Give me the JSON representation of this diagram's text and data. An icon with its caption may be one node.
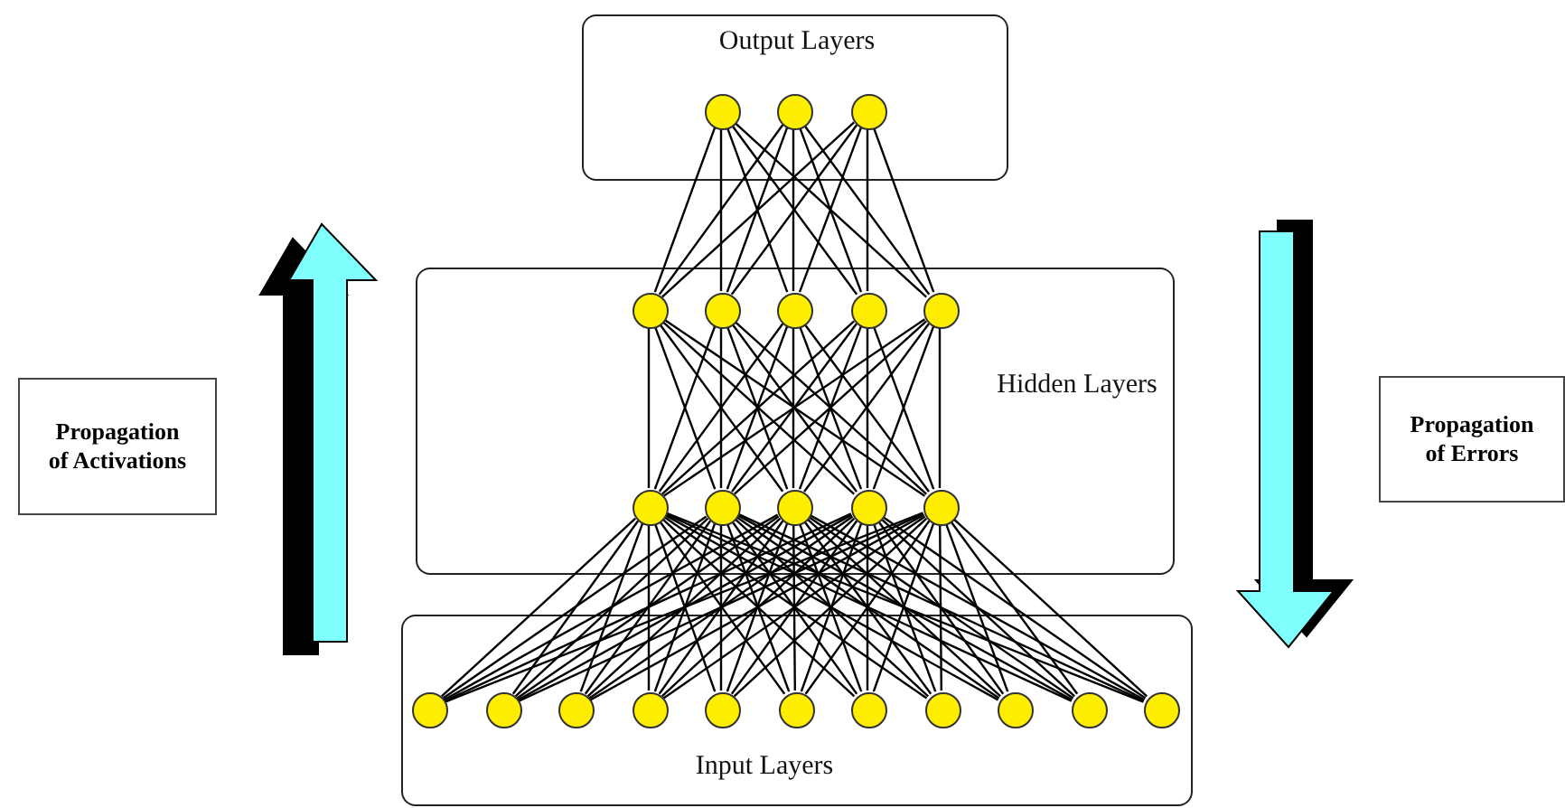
{
  "diagram": {
    "nodes": [
      {
        "text": [
          "Output Layers"
        ]
      },
      {
        "text": [],
        "shape": "circle",
        "in": 0
      },
      {
        "text": [],
        "shape": "circle",
        "in": 0
      },
      {
        "text": [],
        "shape": "circle",
        "in": 0
      },
      {
        "text": [
          "Hidden Layers"
        ]
      },
      {
        "text": [],
        "shape": "circle",
        "in": 4
      },
      {
        "text": [],
        "shape": "circle",
        "in": 4
      },
      {
        "text": [],
        "shape": "circle",
        "in": 4
      },
      {
        "text": [],
        "shape": "circle",
        "in": 4
      },
      {
        "text": [],
        "shape": "circle",
        "in": 4
      },
      {
        "text": [],
        "shape": "circle",
        "in": 4
      },
      {
        "text": [],
        "shape": "circle",
        "in": 4
      },
      {
        "text": [],
        "shape": "circle",
        "in": 4
      },
      {
        "text": [],
        "shape": "circle",
        "in": 4
      },
      {
        "text": [],
        "shape": "circle",
        "in": 4
      },
      {
        "text": [
          "Input Layers"
        ]
      },
      {
        "text": [],
        "shape": "circle",
        "in": 15
      },
      {
        "text": [],
        "shape": "circle",
        "in": 15
      },
      {
        "text": [],
        "shape": "circle",
        "in": 15
      },
      {
        "text": [],
        "shape": "circle",
        "in": 15
      },
      {
        "text": [],
        "shape": "circle",
        "in": 15
      },
      {
        "text": [],
        "shape": "circle",
        "in": 15
      },
      {
        "text": [],
        "shape": "circle",
        "in": 15
      },
      {
        "text": [],
        "shape": "circle",
        "in": 15
      },
      {
        "text": [],
        "shape": "circle",
        "in": 15
      },
      {
        "text": [],
        "shape": "circle",
        "in": 15
      },
      {
        "text": [],
        "shape": "circle",
        "in": 15
      },
      {
        "text": [
          "Propagation of Activations"
        ]
      },
      {
        "text": [
          "Propagation of Errors"
        ]
      }
    ],
    "edges": [
      {
        "from": 1,
        "to": 5,
        "arrow": "none"
      },
      {
        "from": 1,
        "to": 6,
        "arrow": "none"
      },
      {
        "from": 1,
        "to": 7,
        "arrow": "none"
      },
      {
        "from": 1,
        "to": 8,
        "arrow": "none"
      },
      {
        "from": 1,
        "to": 9,
        "arrow": "none"
      },
      {
        "from": 2,
        "to": 5,
        "arrow": "none"
      },
      {
        "from": 2,
        "to": 6,
        "arrow": "none"
      },
      {
        "from": 2,
        "to": 7,
        "arrow": "none"
      },
      {
        "from": 2,
        "to": 8,
        "arrow": "none"
      },
      {
        "from": 2,
        "to": 9,
        "arrow": "none"
      },
      {
        "from": 3,
        "to": 5,
        "arrow": "none"
      },
      {
        "from": 3,
        "to": 6,
        "arrow": "none"
      },
      {
        "from": 3,
        "to": 7,
        "arrow": "none"
      },
      {
        "from": 3,
        "to": 8,
        "arrow": "none"
      },
      {
        "from": 3,
        "to": 9,
        "arrow": "none"
      },
      {
        "from": 5,
        "to": 10,
        "arrow": "none"
      },
      {
        "from": 5,
        "to": 11,
        "arrow": "none"
      },
      {
        "from": 5,
        "to": 12,
        "arrow": "none"
      },
      {
        "from": 5,
        "to": 13,
        "arrow": "none"
      },
      {
        "from": 5,
        "to": 14,
        "arrow": "none"
      },
      {
        "from": 6,
        "to": 10,
        "arrow": "none"
      },
      {
        "from": 6,
        "to": 11,
        "arrow": "none"
      },
      {
        "from": 6,
        "to": 12,
        "arrow": "none"
      },
      {
        "from": 6,
        "to": 13,
        "arrow": "none"
      },
      {
        "from": 6,
        "to": 14,
        "arrow": "none"
      },
      {
        "from": 7,
        "to": 10,
        "arrow": "none"
      },
      {
        "from": 7,
        "to": 11,
        "arrow": "none"
      },
      {
        "from": 7,
        "to": 12,
        "arrow": "none"
      },
      {
        "from": 7,
        "to": 13,
        "arrow": "none"
      },
      {
        "from": 7,
        "to": 14,
        "arrow": "none"
      },
      {
        "from": 8,
        "to": 10,
        "arrow": "none"
      },
      {
        "from": 8,
        "to": 11,
        "arrow": "none"
      },
      {
        "from": 8,
        "to": 12,
        "arrow": "none"
      },
      {
        "from": 8,
        "to": 13,
        "arrow": "none"
      },
      {
        "from": 8,
        "to": 14,
        "arrow": "none"
      },
      {
        "from": 9,
        "to": 10,
        "arrow": "none"
      },
      {
        "from": 9,
        "to": 11,
        "arrow": "none"
      },
      {
        "from": 9,
        "to": 12,
        "arrow": "none"
      },
      {
        "from": 9,
        "to": 13,
        "arrow": "none"
      },
      {
        "from": 9,
        "to": 14,
        "arrow": "none"
      },
      {
        "from": 10,
        "to": 16,
        "arrow": "none"
      },
      {
        "from": 10,
        "to": 17,
        "arrow": "none"
      },
      {
        "from": 10,
        "to": 18,
        "arrow": "none"
      },
      {
        "from": 10,
        "to": 19,
        "arrow": "none"
      },
      {
        "from": 10,
        "to": 20,
        "arrow": "none"
      },
      {
        "from": 10,
        "to": 21,
        "arrow": "none"
      },
      {
        "from": 10,
        "to": 22,
        "arrow": "none"
      },
      {
        "from": 10,
        "to": 23,
        "arrow": "none"
      },
      {
        "from": 10,
        "to": 24,
        "arrow": "none"
      },
      {
        "from": 10,
        "to": 25,
        "arrow": "none"
      },
      {
        "from": 10,
        "to": 26,
        "arrow": "none"
      },
      {
        "from": 11,
        "to": 16,
        "arrow": "none"
      },
      {
        "from": 11,
        "to": 17,
        "arrow": "none"
      },
      {
        "from": 11,
        "to": 18,
        "arrow": "none"
      },
      {
        "from": 11,
        "to": 19,
        "arrow": "none"
      },
      {
        "from": 11,
        "to": 20,
        "arrow": "none"
      },
      {
        "from": 11,
        "to": 21,
        "arrow": "none"
      },
      {
        "from": 11,
        "to": 22,
        "arrow": "none"
      },
      {
        "from": 11,
        "to": 23,
        "arrow": "none"
      },
      {
        "from": 11,
        "to": 24,
        "arrow": "none"
      },
      {
        "from": 11,
        "to": 25,
        "arrow": "none"
      },
      {
        "from": 11,
        "to": 26,
        "arrow": "none"
      },
      {
        "from": 12,
        "to": 16,
        "arrow": "none"
      },
      {
        "from": 12,
        "to": 17,
        "arrow": "none"
      },
      {
        "from": 12,
        "to": 18,
        "arrow": "none"
      },
      {
        "from": 12,
        "to": 19,
        "arrow": "none"
      },
      {
        "from": 12,
        "to": 20,
        "arrow": "none"
      },
      {
        "from": 12,
        "to": 21,
        "arrow": "none"
      },
      {
        "from": 12,
        "to": 22,
        "arrow": "none"
      },
      {
        "from": 12,
        "to": 23,
        "arrow": "none"
      },
      {
        "from": 12,
        "to": 24,
        "arrow": "none"
      },
      {
        "from": 12,
        "to": 25,
        "arrow": "none"
      },
      {
        "from": 12,
        "to": 26,
        "arrow": "none"
      },
      {
        "from": 13,
        "to": 16,
        "arrow": "none"
      },
      {
        "from": 13,
        "to": 17,
        "arrow": "none"
      },
      {
        "from": 13,
        "to": 18,
        "arrow": "none"
      },
      {
        "from": 13,
        "to": 19,
        "arrow": "none"
      },
      {
        "from": 13,
        "to": 20,
        "arrow": "none"
      },
      {
        "from": 13,
        "to": 21,
        "arrow": "none"
      },
      {
        "from": 13,
        "to": 22,
        "arrow": "none"
      },
      {
        "from": 13,
        "to": 23,
        "arrow": "none"
      },
      {
        "from": 13,
        "to": 24,
        "arrow": "none"
      },
      {
        "from": 13,
        "to": 25,
        "arrow": "none"
      },
      {
        "from": 13,
        "to": 26,
        "arrow": "none"
      },
      {
        "from": 14,
        "to": 16,
        "arrow": "none"
      },
      {
        "from": 14,
        "to": 17,
        "arrow": "none"
      },
      {
        "from": 14,
        "to": 18,
        "arrow": "none"
      },
      {
        "from": 14,
        "to": 19,
        "arrow": "none"
      },
      {
        "from": 14,
        "to": 20,
        "arrow": "none"
      },
      {
        "from": 14,
        "to": 21,
        "arrow": "none"
      },
      {
        "from": 14,
        "to": 22,
        "arrow": "none"
      },
      {
        "from": 14,
        "to": 23,
        "arrow": "none"
      },
      {
        "from": 14,
        "to": 24,
        "arrow": "none"
      },
      {
        "from": 14,
        "to": 25,
        "arrow": "none"
      },
      {
        "from": 14,
        "to": 26,
        "arrow": "none"
      }
    ]
  }
}
